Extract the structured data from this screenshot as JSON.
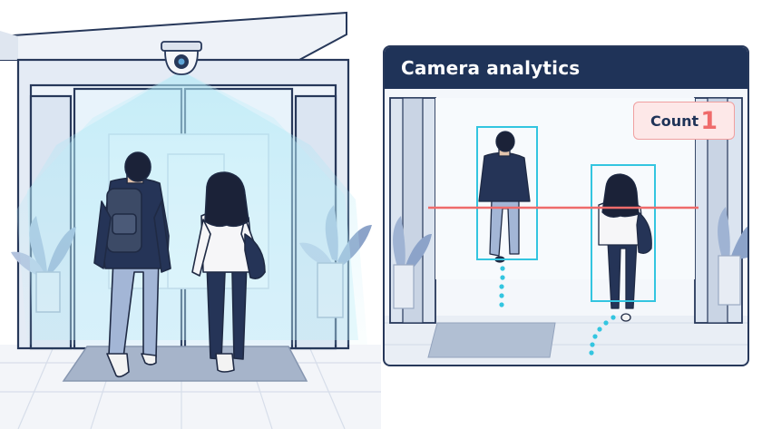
{
  "panel": {
    "title": "Camera analytics",
    "count_label": "Count",
    "count_value": "1"
  },
  "colors": {
    "header_bg": "#1f3358",
    "accent_cyan": "#33c5e0",
    "count_line": "#ef6b6b",
    "count_badge_bg": "#fde8e8",
    "outline": "#27385a"
  }
}
